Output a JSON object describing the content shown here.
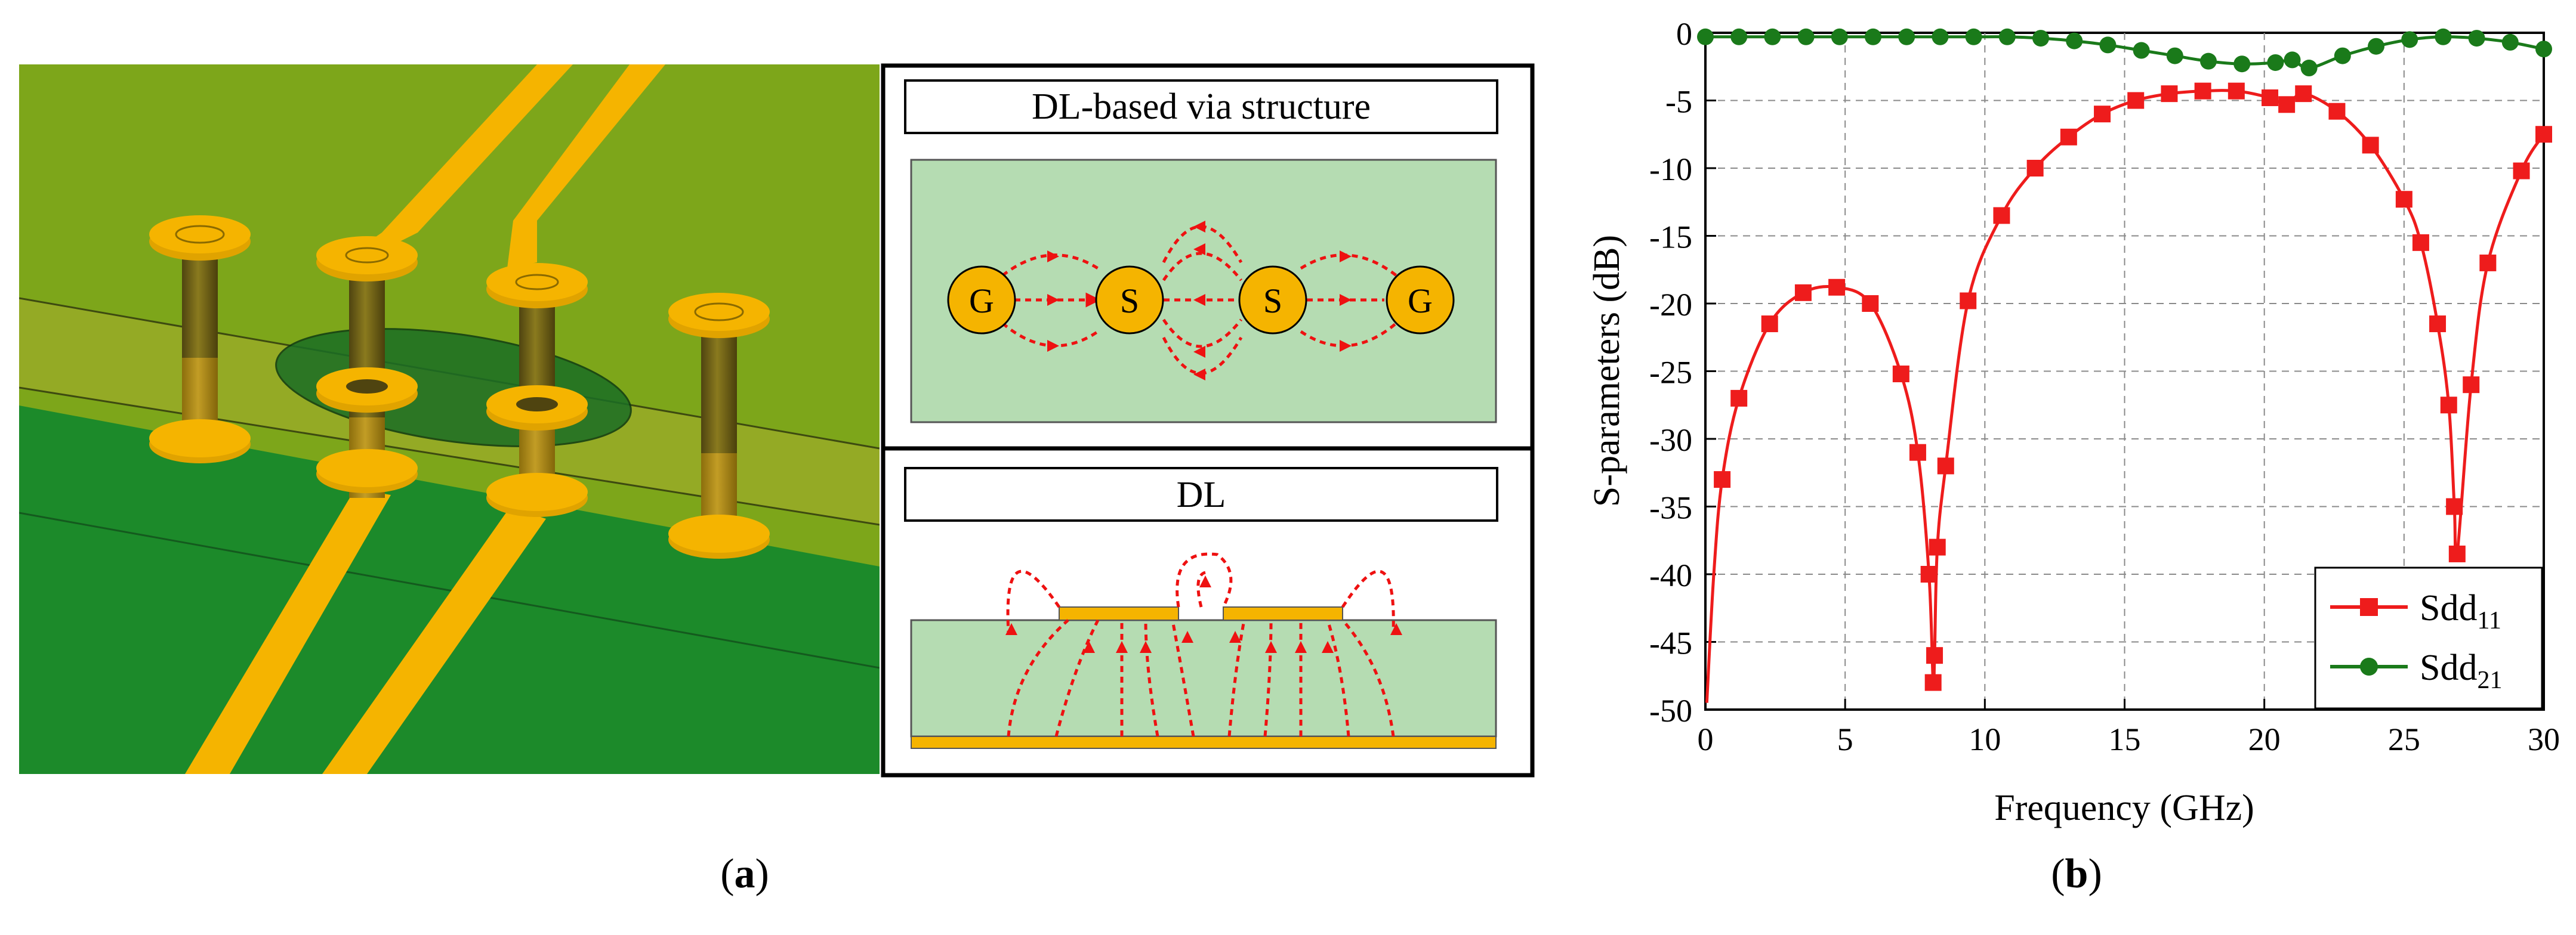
{
  "panel_a": {
    "caption_label": "a",
    "via_structure": {
      "title": "DL-based via structure",
      "nodes": [
        "G",
        "S",
        "S",
        "G"
      ]
    },
    "dl": {
      "title": "DL"
    },
    "colors": {
      "board_top": "#7da61a",
      "board_bottom": "#1c8a2a",
      "copper": "#f5b400",
      "dielectric": "#b5dcb2",
      "field_line": "#ee1111"
    }
  },
  "panel_b": {
    "caption_label": "b"
  },
  "chart_data": {
    "type": "line",
    "xlabel": "Frequency (GHz)",
    "ylabel": "S-parameters (dB)",
    "xlim": [
      0,
      30
    ],
    "ylim": [
      -50,
      0
    ],
    "xticks": [
      0,
      5,
      10,
      15,
      20,
      25,
      30
    ],
    "yticks": [
      0,
      -5,
      -10,
      -15,
      -20,
      -25,
      -30,
      -35,
      -40,
      -45,
      -50
    ],
    "grid": true,
    "legend_position": "bottom-right",
    "series": [
      {
        "name": "Sdd",
        "subscript": "11",
        "color": "#ee1c1c",
        "marker": "square",
        "x": [
          0.05,
          0.3,
          0.6,
          1.2,
          2.3,
          3.5,
          4.7,
          5.9,
          7.0,
          7.6,
          8.0,
          8.15,
          8.2,
          8.3,
          8.6,
          9.4,
          10.6,
          11.8,
          13.0,
          14.2,
          15.4,
          16.6,
          17.8,
          19.0,
          20.2,
          20.8,
          21.4,
          22.6,
          23.8,
          25.0,
          25.6,
          26.2,
          26.6,
          26.8,
          26.9,
          27.4,
          28.0,
          29.2,
          30.0
        ],
        "y": [
          -49.5,
          -40.0,
          -33.0,
          -27.0,
          -21.5,
          -19.2,
          -18.8,
          -20.0,
          -25.2,
          -31.0,
          -40.0,
          -48.0,
          -46.0,
          -38.0,
          -32.0,
          -19.8,
          -13.5,
          -10.0,
          -7.7,
          -6.0,
          -5.0,
          -4.5,
          -4.3,
          -4.3,
          -4.8,
          -5.3,
          -4.5,
          -5.8,
          -8.3,
          -12.3,
          -15.5,
          -21.5,
          -27.5,
          -35.0,
          -38.5,
          -26.0,
          -17.0,
          -10.2,
          -7.5
        ]
      },
      {
        "name": "Sdd",
        "subscript": "21",
        "color": "#1a7a1a",
        "marker": "circle",
        "x": [
          0,
          1.2,
          2.4,
          3.6,
          4.8,
          6.0,
          7.2,
          8.4,
          9.6,
          10.8,
          12.0,
          13.2,
          14.4,
          15.6,
          16.8,
          18.0,
          19.2,
          20.4,
          21.0,
          21.6,
          22.8,
          24.0,
          25.2,
          26.4,
          27.6,
          28.8,
          30.0
        ],
        "y": [
          -0.3,
          -0.3,
          -0.3,
          -0.3,
          -0.3,
          -0.3,
          -0.3,
          -0.3,
          -0.3,
          -0.3,
          -0.4,
          -0.6,
          -0.9,
          -1.3,
          -1.7,
          -2.1,
          -2.3,
          -2.2,
          -2.0,
          -2.6,
          -1.7,
          -1.0,
          -0.5,
          -0.3,
          -0.4,
          -0.7,
          -1.2
        ]
      }
    ]
  }
}
